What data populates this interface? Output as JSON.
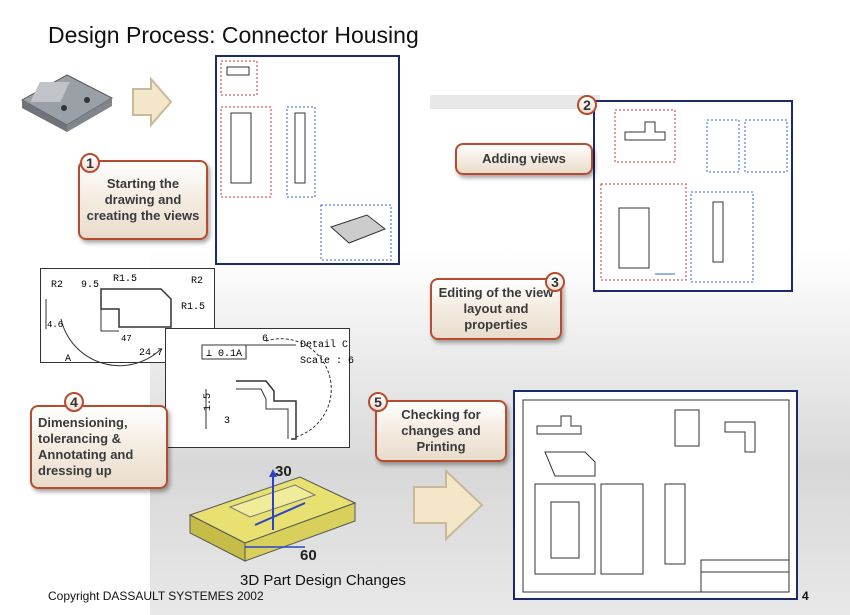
{
  "title": "Design Process: Connector Housing",
  "steps": [
    {
      "number": "1",
      "label": "Starting the drawing and creating the views"
    },
    {
      "number": "2",
      "label": "Adding views"
    },
    {
      "number": "3",
      "label": "Editing of the view layout and properties"
    },
    {
      "number": "4",
      "label": "Dimensioning, tolerancing & Annotating and dressing up"
    },
    {
      "number": "5",
      "label": "Checking for changes and Printing"
    }
  ],
  "model": {
    "dim_vertical": "30",
    "dim_horizontal": "60",
    "caption": "3D Part Design Changes"
  },
  "detail": {
    "title": "Detail C",
    "scale": "Scale : 6",
    "dim_top": "6",
    "dim_left": "1.5",
    "dim_bottom": "3",
    "tolerance": "0.1",
    "datum": "A"
  },
  "dimensions": {
    "r2a": "R2",
    "d95": "9.5",
    "r15a": "R1.5",
    "r2b": "R2",
    "r15b": "R1.5",
    "d46": "4.6",
    "d247": "24.7",
    "d47": "47",
    "label_a": "A"
  },
  "footer": {
    "copyright": "Copyright DASSAULT SYSTEMES 2002",
    "page": "4"
  },
  "colors": {
    "step_border": "#b64b2e",
    "frame_border": "#1b2a6b",
    "arrow": "#f4e6c8"
  }
}
